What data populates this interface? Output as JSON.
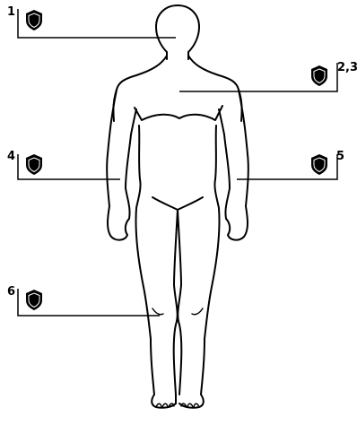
{
  "callouts": [
    {
      "label": "1",
      "icon": "shield-icon",
      "target": "head"
    },
    {
      "label": "2,3",
      "icon": "shield-icon",
      "target": "chest"
    },
    {
      "label": "4",
      "icon": "shield-icon",
      "target": "right-arm"
    },
    {
      "label": "5",
      "icon": "shield-icon",
      "target": "left-arm"
    },
    {
      "label": "6",
      "icon": "shield-icon",
      "target": "legs"
    }
  ],
  "colors": {
    "line": "#000000",
    "background": "#ffffff"
  }
}
